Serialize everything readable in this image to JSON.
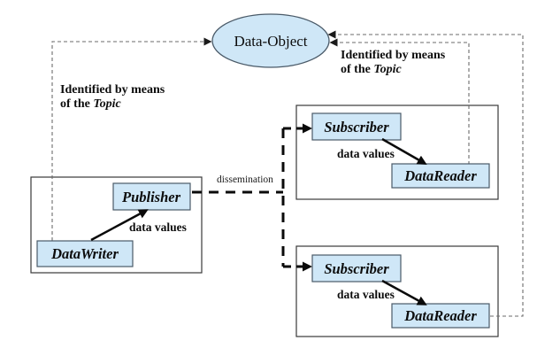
{
  "colors": {
    "node_fill": "#cfe7f7",
    "node_border": "#4a5a68",
    "container_border": "#3a3a3a",
    "connector_gray": "#6b6b6b",
    "arrow_black": "#0a0a0a"
  },
  "nodes": {
    "data_object": {
      "label": "Data-Object"
    },
    "publisher": {
      "label": "Publisher"
    },
    "data_writer": {
      "label": "DataWriter"
    },
    "subscriber_top": {
      "label": "Subscriber"
    },
    "data_reader_top": {
      "label": "DataReader"
    },
    "subscriber_bottom": {
      "label": "Subscriber"
    },
    "data_reader_bottom": {
      "label": "DataReader"
    }
  },
  "edge_labels": {
    "dissemination": "dissemination",
    "data_values_writer": "data values",
    "data_values_top": "data values",
    "data_values_bottom": "data values"
  },
  "notes": {
    "left": {
      "line1": "Identified by means",
      "line2_prefix": "of the ",
      "emphasis": "Topic"
    },
    "right": {
      "line1": "Identified by means",
      "line2_prefix": "of the ",
      "emphasis": "Topic"
    }
  }
}
